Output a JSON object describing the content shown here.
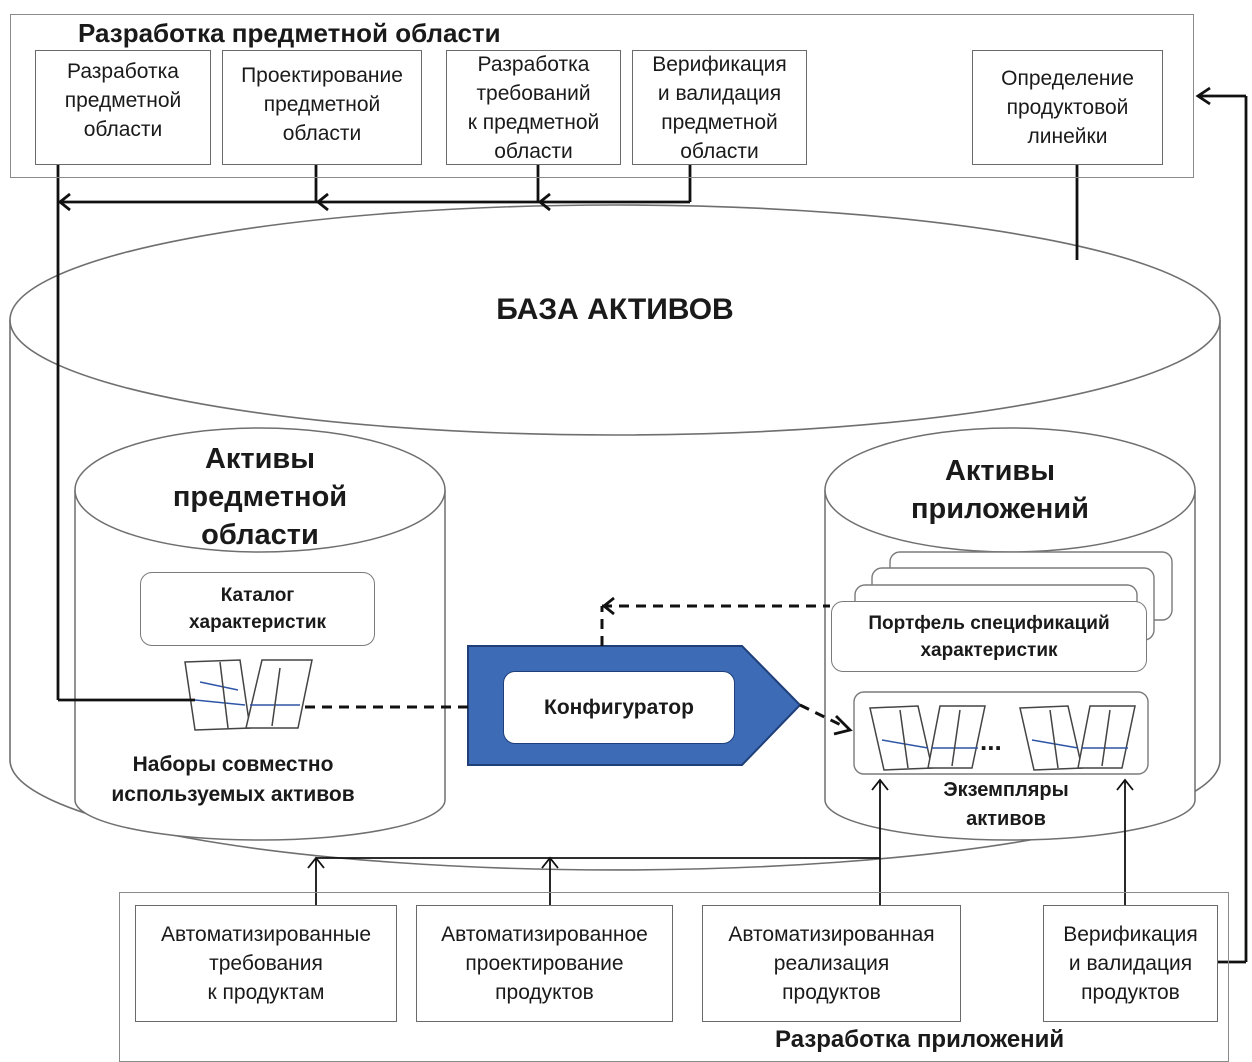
{
  "top_section": {
    "title": "Разработка предметной области",
    "boxes": [
      "Разработка\nпредметной\nобласти",
      "Проектирование\nпредметной\nобласти",
      "Разработка\nтребований\nк предметной\nобласти",
      "Верификация\nи валидация\nпредметной\nобласти",
      "Определение\nпродуктовой\nлинейки"
    ]
  },
  "asset_base": {
    "title": "БАЗА АКТИВОВ",
    "domain_assets": {
      "title": "Активы\nпредметной\nобласти",
      "catalog": "Каталог\nхарактеристик",
      "shared_sets": "Наборы совместно\nиспользуемых активов"
    },
    "configurator": "Конфигуратор",
    "app_assets": {
      "title": "Активы\nприложений",
      "portfolio": "Портфель спецификаций\nхарактеристик",
      "ellipsis": "...",
      "instances": "Экземпляры\nактивов"
    }
  },
  "bottom_section": {
    "title": "Разработка приложений",
    "boxes": [
      "Автоматизированные\nтребования\nк продуктам",
      "Автоматизированное\nпроектирование\nпродуктов",
      "Автоматизированная\nреализация\nпродуктов",
      "Верификация\nи валидация\nпродуктов"
    ]
  },
  "colors": {
    "configurator_fill": "#3d6bb5",
    "configurator_stroke": "#1f3f7a",
    "line": "#111111"
  }
}
